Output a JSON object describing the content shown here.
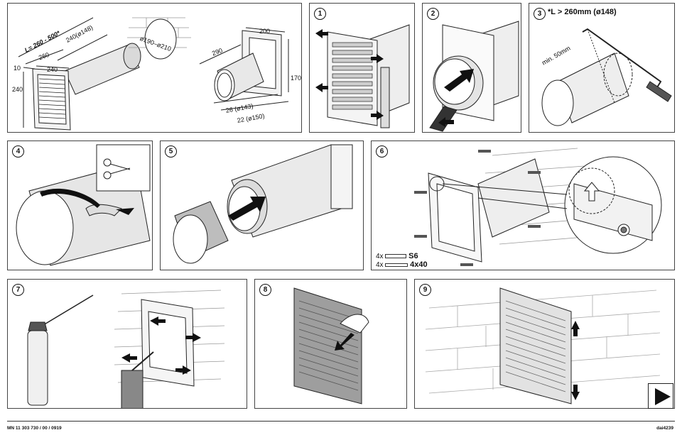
{
  "overview": {
    "dim_length": "L= 260 - 500*",
    "dim_duct": "240(ø148)",
    "dim_260": "260",
    "dim_10": "10",
    "dim_240w": "240",
    "dim_240h": "240",
    "dim_wall_hole": "ø190–ø210",
    "dim_290": "290",
    "dim_200": "200",
    "dim_170": "170",
    "dim_26": "26 (ø143)",
    "dim_22": "22 (ø150)"
  },
  "steps": [
    {
      "num": "1"
    },
    {
      "num": "2"
    },
    {
      "num": "3",
      "note": "*L > 260mm (ø148)",
      "dim_min": "min. 50mm"
    },
    {
      "num": "4"
    },
    {
      "num": "5"
    },
    {
      "num": "6",
      "legend_s6_qty": "4x",
      "legend_s6_label": "S6",
      "legend_screw_qty": "4x",
      "legend_screw_label": "4x40"
    },
    {
      "num": "7"
    },
    {
      "num": "8"
    },
    {
      "num": "9"
    }
  ],
  "footer": {
    "doc_number": "MN 11 303 730 / 00 / 0919",
    "doc_code": "dai4239"
  },
  "icons": {
    "next": "play-triangle-icon"
  }
}
